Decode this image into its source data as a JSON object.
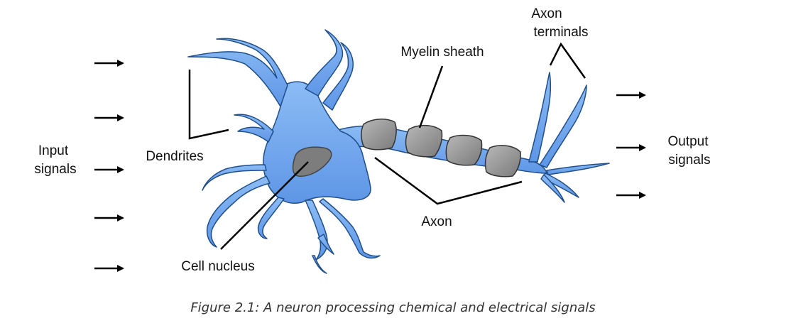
{
  "labels": {
    "input_line1": "Input",
    "input_line2": "signals",
    "dendrites": "Dendrites",
    "cell_nucleus": "Cell nucleus",
    "myelin_sheath": "Myelin sheath",
    "axon": "Axon",
    "axon_terminals_line1": "Axon",
    "axon_terminals_line2": "terminals",
    "output_line1": "Output",
    "output_line2": "signals"
  },
  "caption": "Figure 2.1: A neuron processing chemical and electrical signals",
  "colors": {
    "neuron_fill": "#6fa8ee",
    "neuron_stroke": "#1f4f8a",
    "nucleus_fill": "#7d7d7d",
    "myelin_fill": "#9a9a9a",
    "line": "#000000"
  }
}
